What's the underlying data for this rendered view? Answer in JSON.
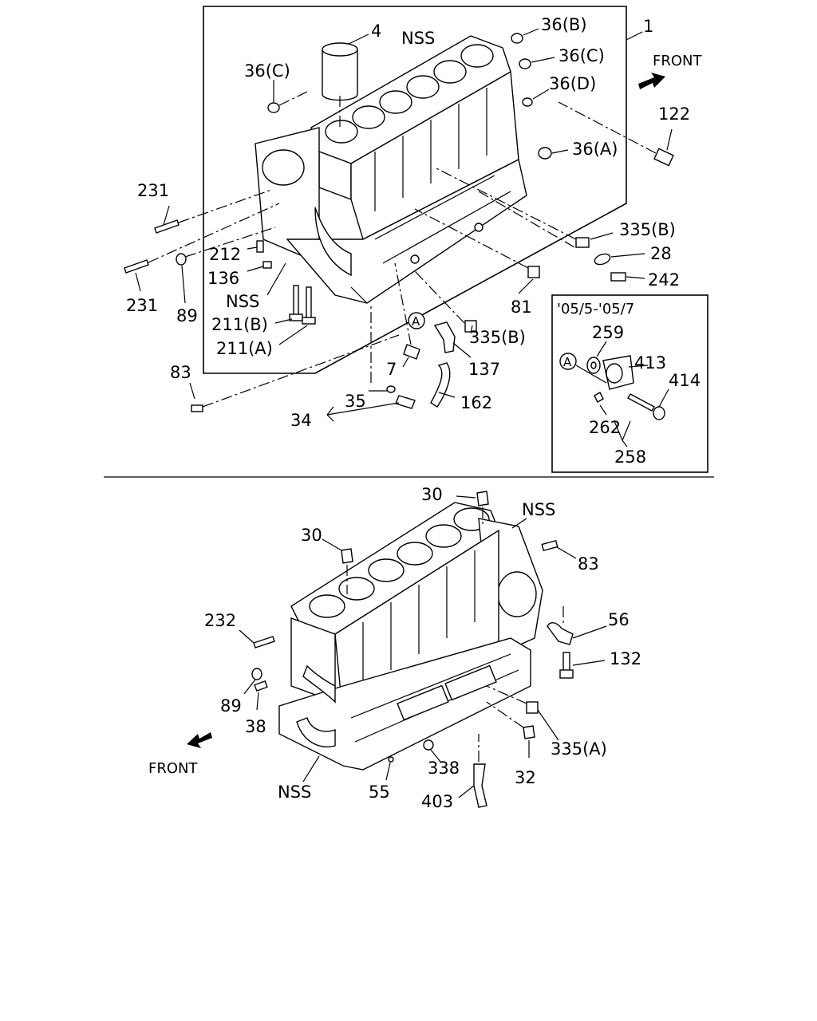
{
  "top_section": {
    "labels": {
      "l4": "4",
      "nss_top": "NSS",
      "l36b": "36(B)",
      "l1": "1",
      "l36c_r": "36(C)",
      "front": "FRONT",
      "l36c_l": "36(C)",
      "l36d": "36(D)",
      "l122": "122",
      "l36a": "36(A)",
      "l231_a": "231",
      "l231_b": "231",
      "l212": "212",
      "l136": "136",
      "nss_mid": "NSS",
      "l89": "89",
      "l211b": "211(B)",
      "l211a": "211(A)",
      "l335b_r": "335(B)",
      "l28": "28",
      "l242": "242",
      "l81": "81",
      "l335b_c": "335(B)",
      "circle_a": "A",
      "l7": "7",
      "l137": "137",
      "l83": "83",
      "l35": "35",
      "l162": "162",
      "l34": "34"
    },
    "inset": {
      "title": "'05/5-'05/7",
      "l259": "259",
      "circle_a": "A",
      "l413": "413",
      "l414": "414",
      "l262": "262",
      "l258": "258"
    }
  },
  "bottom_section": {
    "labels": {
      "l30_top": "30",
      "nss_top": "NSS",
      "l30": "30",
      "l83": "83",
      "l232": "232",
      "l56": "56",
      "l132": "132",
      "l89": "89",
      "l38": "38",
      "front": "FRONT",
      "l335a": "335(A)",
      "l338": "338",
      "l32": "32",
      "nss_bottom": "NSS",
      "l55": "55",
      "l403": "403"
    }
  },
  "icons": {
    "front_arrow_top": "front-arrow-icon",
    "front_arrow_bottom": "front-arrow-icon"
  }
}
